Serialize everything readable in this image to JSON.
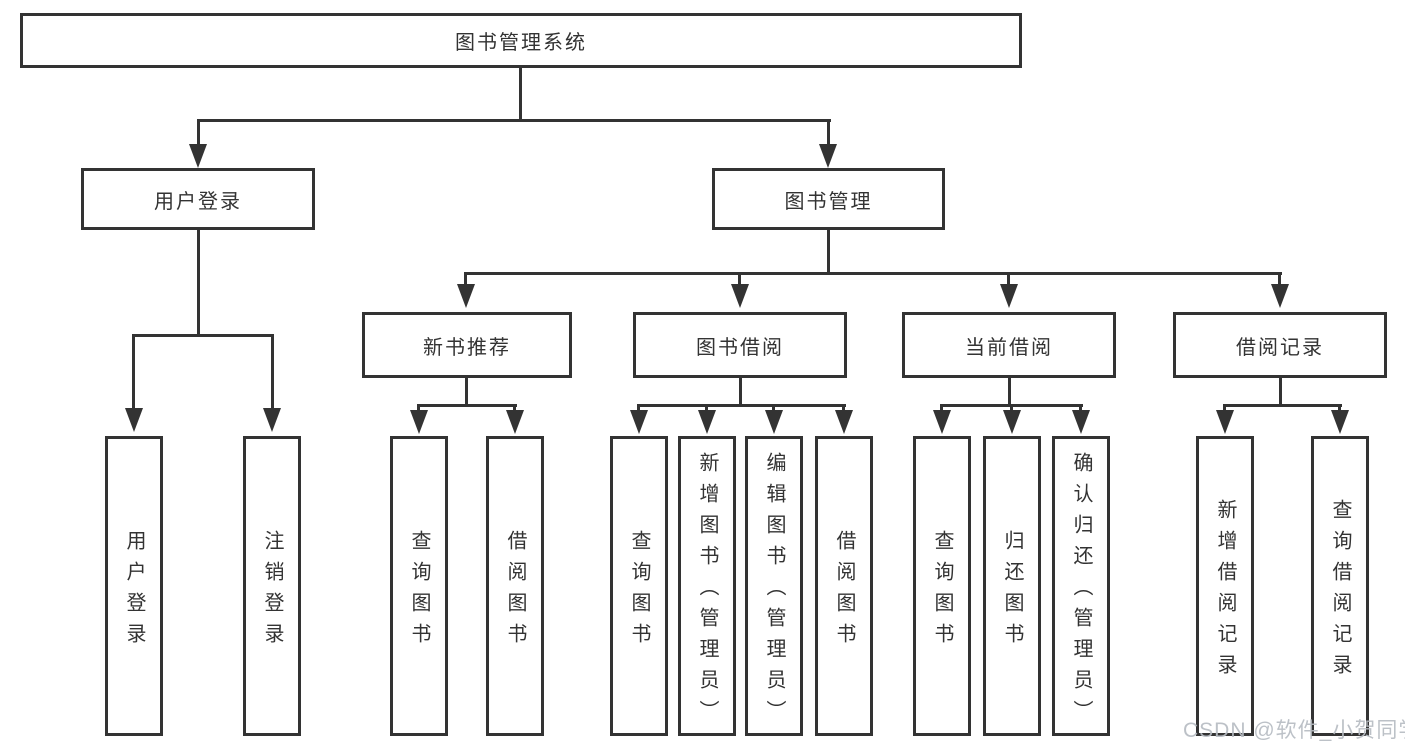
{
  "diagram": {
    "root": {
      "label": "图书管理系统"
    },
    "level2": [
      {
        "id": "user-login",
        "label": "用户登录"
      },
      {
        "id": "book-management",
        "label": "图书管理"
      }
    ],
    "level3": [
      {
        "id": "new-book-recommend",
        "label": "新书推荐",
        "parent": "图书管理"
      },
      {
        "id": "book-borrowing",
        "label": "图书借阅",
        "parent": "图书管理"
      },
      {
        "id": "current-borrowing",
        "label": "当前借阅",
        "parent": "图书管理"
      },
      {
        "id": "borrowing-records",
        "label": "借阅记录",
        "parent": "图书管理"
      }
    ],
    "leaves": [
      {
        "parent": "用户登录",
        "label": "用户登录"
      },
      {
        "parent": "用户登录",
        "label": "注销登录"
      },
      {
        "parent": "新书推荐",
        "label": "查询图书"
      },
      {
        "parent": "新书推荐",
        "label": "借阅图书"
      },
      {
        "parent": "图书借阅",
        "label": "查询图书"
      },
      {
        "parent": "图书借阅",
        "label": "新增图书（管理员）"
      },
      {
        "parent": "图书借阅",
        "label": "编辑图书（管理员）"
      },
      {
        "parent": "图书借阅",
        "label": "借阅图书"
      },
      {
        "parent": "当前借阅",
        "label": "查询图书"
      },
      {
        "parent": "当前借阅",
        "label": "归还图书"
      },
      {
        "parent": "当前借阅",
        "label": "确认归还（管理员）"
      },
      {
        "parent": "借阅记录",
        "label": "新增借阅记录"
      },
      {
        "parent": "借阅记录",
        "label": "查询借阅记录"
      }
    ]
  },
  "watermark": {
    "text": "CSDN @软件_小贺同学"
  },
  "colors": {
    "line": "#333333",
    "text": "#333333",
    "background": "#ffffff",
    "watermark": "#b7bcc3"
  }
}
